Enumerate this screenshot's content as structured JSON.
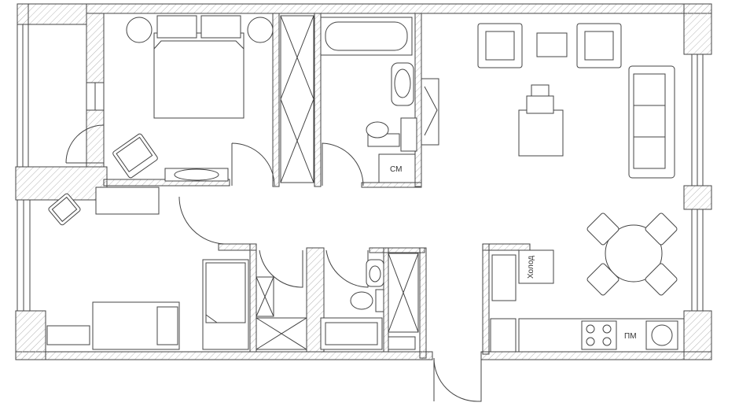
{
  "labels": {
    "washer": "СМ",
    "fridge": "Холод",
    "dishwasher": "ПМ"
  },
  "colors": {
    "line": "#444444",
    "hatch": "#b5b5b5",
    "background": "#ffffff"
  }
}
